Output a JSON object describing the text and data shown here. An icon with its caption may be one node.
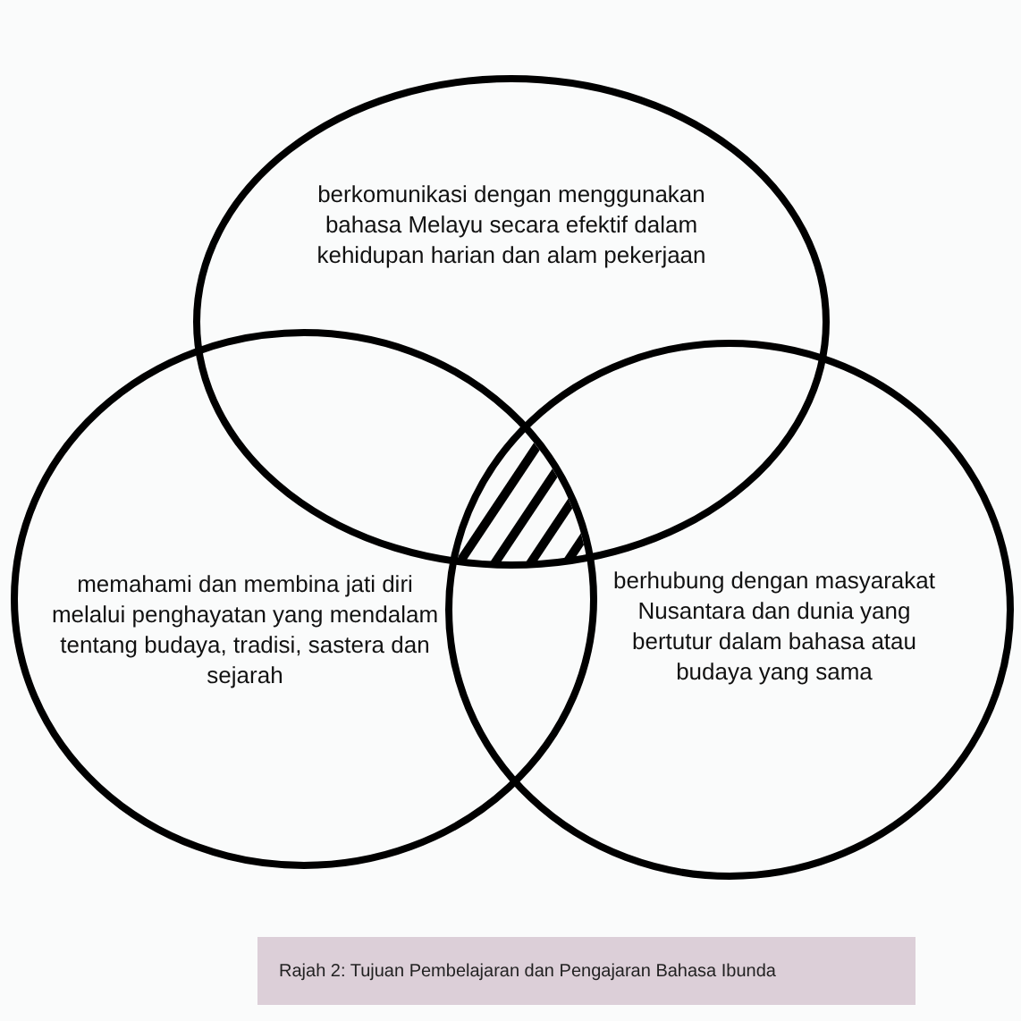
{
  "diagram": {
    "caption": "Rajah 2: Tujuan Pembelajaran dan Pengajaran Bahasa Ibunda",
    "nodes": [
      {
        "text": [
          "berkomunikasi dengan menggunakan bahasa Melayu secara efektif dalam kehidupan harian dan alam pekerjaan"
        ]
      },
      {
        "text": [
          "memahami dan membina jati diri melalui penghayatan yang mendalam tentang budaya, tradisi, sastera dan sejarah"
        ]
      },
      {
        "text": [
          "berhubung dengan masyarakat Nusantara dan dunia yang bertutur dalam bahasa atau budaya yang sama"
        ]
      }
    ]
  }
}
